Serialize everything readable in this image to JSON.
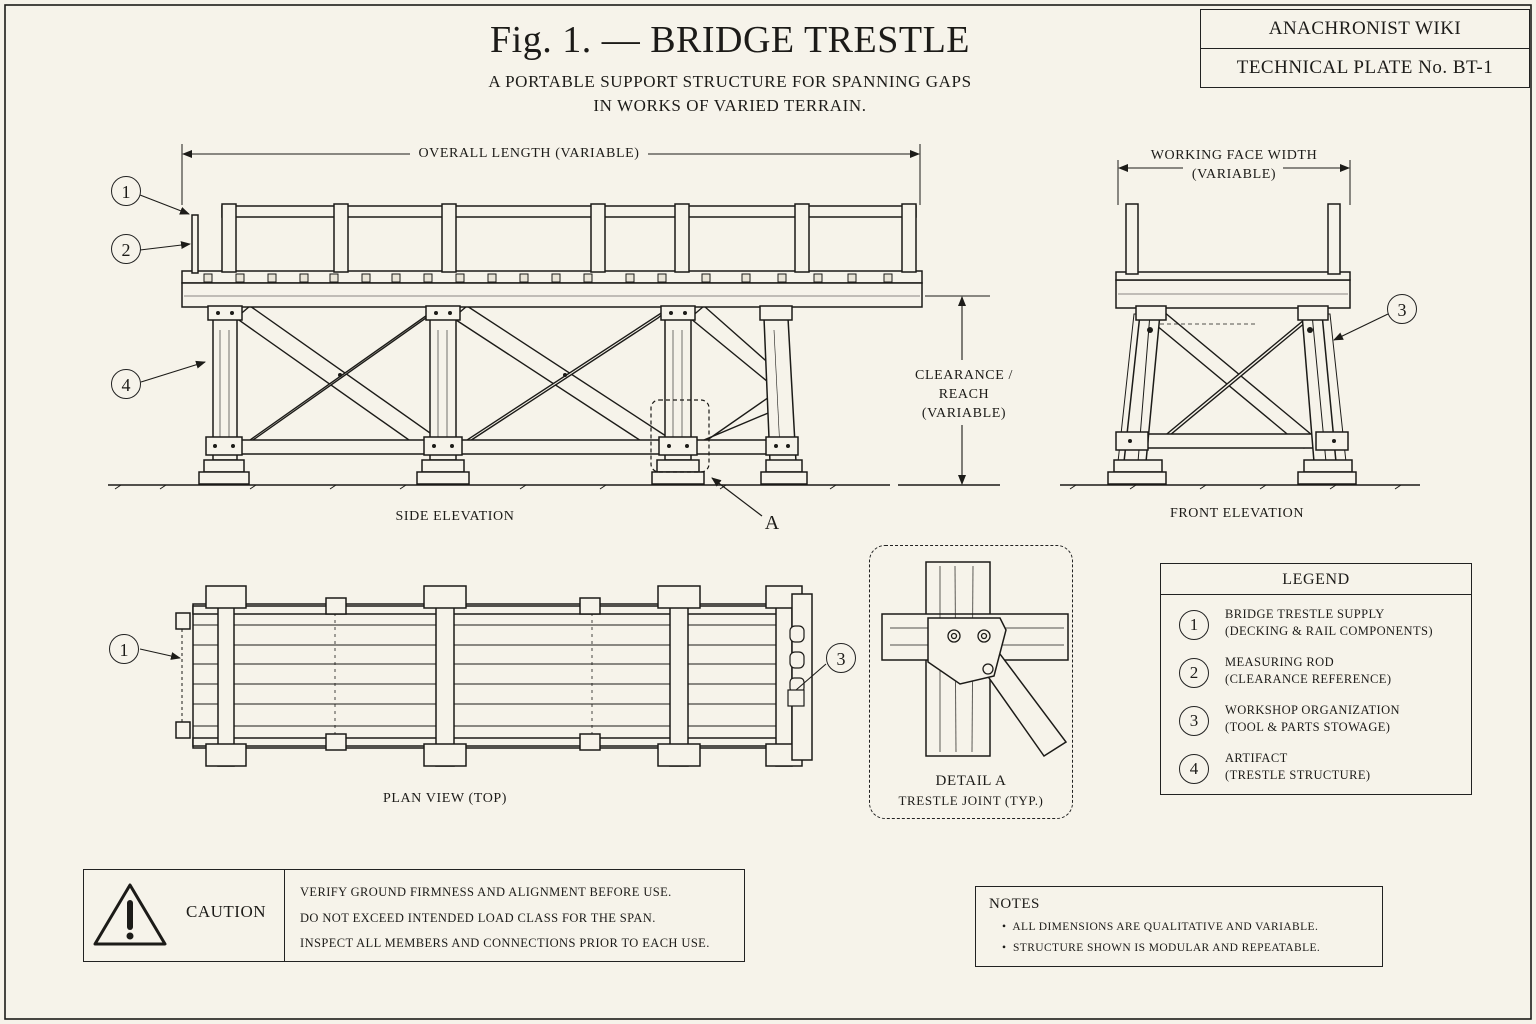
{
  "title": "Fig. 1. — BRIDGE TRESTLE",
  "subtitle": [
    "A PORTABLE SUPPORT STRUCTURE FOR SPANNING GAPS",
    "IN WORKS OF VARIED TERRAIN."
  ],
  "title_block": {
    "org": "ANACHRONIST WIKI",
    "plate": "TECHNICAL PLATE No. BT-1"
  },
  "views": {
    "side": "SIDE ELEVATION",
    "front": "FRONT ELEVATION",
    "plan": "PLAN VIEW (TOP)",
    "detail_title": "DETAIL A",
    "detail_sub": "TRESTLE JOINT (TYP.)"
  },
  "dimensions": {
    "overall_length": "OVERALL LENGTH (VARIABLE)",
    "working_face": [
      "WORKING FACE WIDTH",
      "(VARIABLE)"
    ],
    "clearance": [
      "CLEARANCE /",
      "REACH",
      "(VARIABLE)"
    ]
  },
  "detail_marker": "A",
  "callouts": {
    "c1": "1",
    "c2": "2",
    "c3": "3",
    "c4": "4"
  },
  "legend": {
    "heading": "LEGEND",
    "items": [
      {
        "num": "1",
        "line1": "BRIDGE TRESTLE SUPPLY",
        "line2": "(DECKING & RAIL COMPONENTS)"
      },
      {
        "num": "2",
        "line1": "MEASURING ROD",
        "line2": "(CLEARANCE REFERENCE)"
      },
      {
        "num": "3",
        "line1": "WORKSHOP ORGANIZATION",
        "line2": "(TOOL & PARTS STOWAGE)"
      },
      {
        "num": "4",
        "line1": "ARTIFACT",
        "line2": "(TRESTLE STRUCTURE)"
      }
    ]
  },
  "caution": {
    "label": "CAUTION",
    "lines": [
      "VERIFY GROUND FIRMNESS AND ALIGNMENT BEFORE USE.",
      "DO NOT EXCEED INTENDED LOAD CLASS FOR THE SPAN.",
      "INSPECT ALL MEMBERS AND CONNECTIONS PRIOR TO EACH USE."
    ]
  },
  "notes": {
    "heading": "NOTES",
    "items": [
      "ALL DIMENSIONS ARE QUALITATIVE AND VARIABLE.",
      "STRUCTURE SHOWN IS MODULAR AND REPEATABLE."
    ]
  },
  "colors": {
    "paper": "#f6f3ea",
    "ink": "#1c1b18"
  },
  "icons": [
    "warning-triangle-icon"
  ]
}
